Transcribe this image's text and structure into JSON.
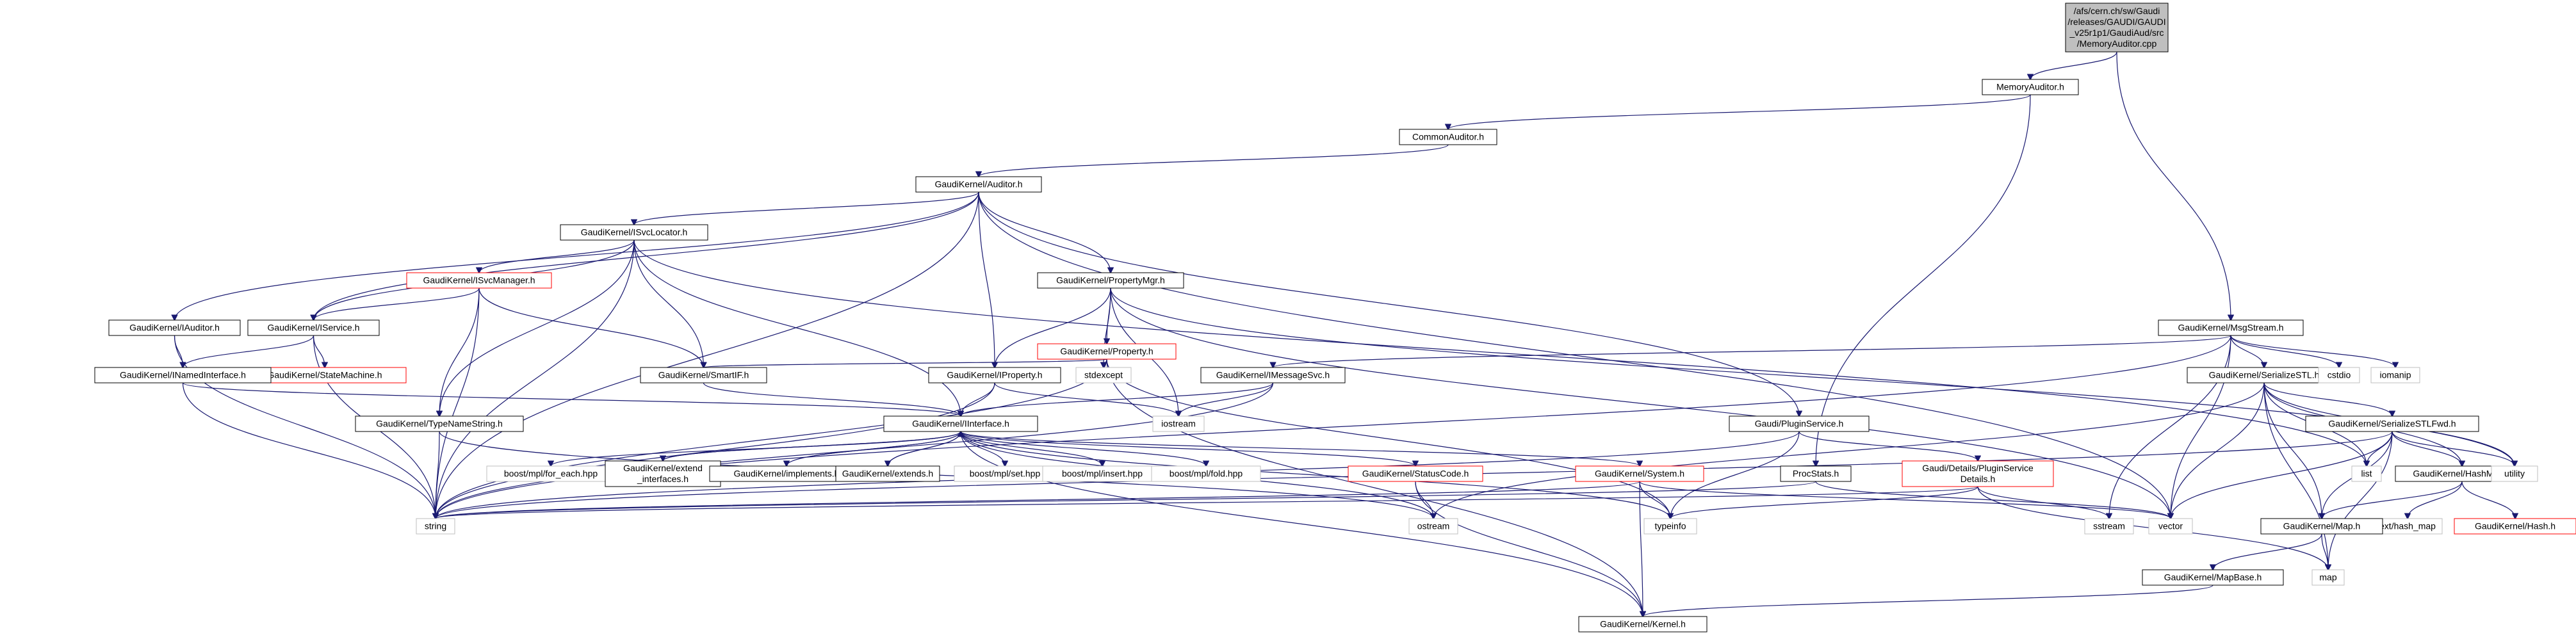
{
  "graph": {
    "nodes": [
      {
        "id": "root",
        "lines": [
          "/afs/cern.ch/sw/Gaudi",
          "/releases/GAUDI/GAUDI",
          "_v25r1p1/GaudiAud/src",
          "/MemoryAuditor.cpp"
        ],
        "kind": "root"
      },
      {
        "id": "memaud",
        "lines": [
          "MemoryAuditor.h"
        ],
        "kind": "doc"
      },
      {
        "id": "commonaud",
        "lines": [
          "CommonAuditor.h"
        ],
        "kind": "doc"
      },
      {
        "id": "auditor",
        "lines": [
          "GaudiKernel/Auditor.h"
        ],
        "kind": "doc"
      },
      {
        "id": "svclocator",
        "lines": [
          "GaudiKernel/ISvcLocator.h"
        ],
        "kind": "doc"
      },
      {
        "id": "isvcmgr",
        "lines": [
          "GaudiKernel/ISvcManager.h"
        ],
        "kind": "red"
      },
      {
        "id": "propmgr",
        "lines": [
          "GaudiKernel/PropertyMgr.h"
        ],
        "kind": "doc"
      },
      {
        "id": "msgstream",
        "lines": [
          "GaudiKernel/MsgStream.h"
        ],
        "kind": "doc"
      },
      {
        "id": "iauditor",
        "lines": [
          "GaudiKernel/IAuditor.h"
        ],
        "kind": "doc"
      },
      {
        "id": "iservice",
        "lines": [
          "GaudiKernel/IService.h"
        ],
        "kind": "doc"
      },
      {
        "id": "statemachine",
        "lines": [
          "GaudiKernel/StateMachine.h"
        ],
        "kind": "red"
      },
      {
        "id": "property",
        "lines": [
          "GaudiKernel/Property.h"
        ],
        "kind": "red"
      },
      {
        "id": "inamed",
        "lines": [
          "GaudiKernel/INamedInterface.h"
        ],
        "kind": "doc"
      },
      {
        "id": "smartif",
        "lines": [
          "GaudiKernel/SmartIF.h"
        ],
        "kind": "doc"
      },
      {
        "id": "iproperty",
        "lines": [
          "GaudiKernel/IProperty.h"
        ],
        "kind": "doc"
      },
      {
        "id": "stdexcept",
        "lines": [
          "stdexcept"
        ],
        "kind": "sys"
      },
      {
        "id": "imsgsvc",
        "lines": [
          "GaudiKernel/IMessageSvc.h"
        ],
        "kind": "doc"
      },
      {
        "id": "serstl",
        "lines": [
          "GaudiKernel/SerializeSTL.h"
        ],
        "kind": "doc"
      },
      {
        "id": "cstdio",
        "lines": [
          "cstdio"
        ],
        "kind": "sys"
      },
      {
        "id": "iomanip",
        "lines": [
          "iomanip"
        ],
        "kind": "sys"
      },
      {
        "id": "typename",
        "lines": [
          "GaudiKernel/TypeNameString.h"
        ],
        "kind": "doc"
      },
      {
        "id": "iinterface",
        "lines": [
          "GaudiKernel/IInterface.h"
        ],
        "kind": "doc"
      },
      {
        "id": "iostream",
        "lines": [
          "iostream"
        ],
        "kind": "sys"
      },
      {
        "id": "pluginsvc",
        "lines": [
          "Gaudi/PluginService.h"
        ],
        "kind": "doc"
      },
      {
        "id": "serstlfwd",
        "lines": [
          "GaudiKernel/SerializeSTLFwd.h"
        ],
        "kind": "doc"
      },
      {
        "id": "foreach",
        "lines": [
          "boost/mpl/for_each.hpp"
        ],
        "kind": "sys"
      },
      {
        "id": "extendif",
        "lines": [
          "GaudiKernel/extend",
          "_interfaces.h"
        ],
        "kind": "doc"
      },
      {
        "id": "implements",
        "lines": [
          "GaudiKernel/implements.h"
        ],
        "kind": "doc"
      },
      {
        "id": "extends",
        "lines": [
          "GaudiKernel/extends.h"
        ],
        "kind": "doc"
      },
      {
        "id": "mplset",
        "lines": [
          "boost/mpl/set.hpp"
        ],
        "kind": "sys"
      },
      {
        "id": "mplinsert",
        "lines": [
          "boost/mpl/insert.hpp"
        ],
        "kind": "sys"
      },
      {
        "id": "mplfold",
        "lines": [
          "boost/mpl/fold.hpp"
        ],
        "kind": "sys"
      },
      {
        "id": "statuscode",
        "lines": [
          "GaudiKernel/StatusCode.h"
        ],
        "kind": "red"
      },
      {
        "id": "system",
        "lines": [
          "GaudiKernel/System.h"
        ],
        "kind": "red"
      },
      {
        "id": "procstats",
        "lines": [
          "ProcStats.h"
        ],
        "kind": "doc"
      },
      {
        "id": "plugdetails",
        "lines": [
          "Gaudi/Details/PluginService",
          "Details.h"
        ],
        "kind": "red"
      },
      {
        "id": "hashmap",
        "lines": [
          "GaudiKernel/HashMap.h"
        ],
        "kind": "doc"
      },
      {
        "id": "list",
        "lines": [
          "list"
        ],
        "kind": "sys"
      },
      {
        "id": "utility",
        "lines": [
          "utility"
        ],
        "kind": "sys"
      },
      {
        "id": "string",
        "lines": [
          "string"
        ],
        "kind": "sys"
      },
      {
        "id": "ostream",
        "lines": [
          "ostream"
        ],
        "kind": "sys"
      },
      {
        "id": "typeinfo",
        "lines": [
          "typeinfo"
        ],
        "kind": "sys"
      },
      {
        "id": "sstream",
        "lines": [
          "sstream"
        ],
        "kind": "sys"
      },
      {
        "id": "vector",
        "lines": [
          "vector"
        ],
        "kind": "sys"
      },
      {
        "id": "extmap",
        "lines": [
          "ext/hash_map"
        ],
        "kind": "sys"
      },
      {
        "id": "hash",
        "lines": [
          "GaudiKernel/Hash.h"
        ],
        "kind": "red"
      },
      {
        "id": "map_h",
        "lines": [
          "GaudiKernel/Map.h"
        ],
        "kind": "doc"
      },
      {
        "id": "map",
        "lines": [
          "map"
        ],
        "kind": "sys"
      },
      {
        "id": "mapbase",
        "lines": [
          "GaudiKernel/MapBase.h"
        ],
        "kind": "doc"
      },
      {
        "id": "kernel",
        "lines": [
          "GaudiKernel/Kernel.h"
        ],
        "kind": "doc"
      }
    ],
    "edges": [
      [
        "root",
        "memaud"
      ],
      [
        "root",
        "msgstream"
      ],
      [
        "memaud",
        "commonaud"
      ],
      [
        "memaud",
        "procstats"
      ],
      [
        "commonaud",
        "auditor"
      ],
      [
        "auditor",
        "iauditor"
      ],
      [
        "auditor",
        "svclocator"
      ],
      [
        "auditor",
        "iservice"
      ],
      [
        "auditor",
        "propmgr"
      ],
      [
        "auditor",
        "iproperty"
      ],
      [
        "auditor",
        "pluginsvc"
      ],
      [
        "auditor",
        "string"
      ],
      [
        "auditor",
        "vector"
      ],
      [
        "svclocator",
        "isvcmgr"
      ],
      [
        "svclocator",
        "iservice"
      ],
      [
        "svclocator",
        "smartif"
      ],
      [
        "svclocator",
        "typename"
      ],
      [
        "svclocator",
        "iinterface"
      ],
      [
        "svclocator",
        "string"
      ],
      [
        "svclocator",
        "list"
      ],
      [
        "isvcmgr",
        "iservice"
      ],
      [
        "isvcmgr",
        "smartif"
      ],
      [
        "isvcmgr",
        "typename"
      ],
      [
        "isvcmgr",
        "string"
      ],
      [
        "iauditor",
        "inamed"
      ],
      [
        "iauditor",
        "string"
      ],
      [
        "iservice",
        "inamed"
      ],
      [
        "iservice",
        "statemachine"
      ],
      [
        "iservice",
        "string"
      ],
      [
        "inamed",
        "iinterface"
      ],
      [
        "inamed",
        "string"
      ],
      [
        "propmgr",
        "property"
      ],
      [
        "propmgr",
        "iproperty"
      ],
      [
        "propmgr",
        "stdexcept"
      ],
      [
        "propmgr",
        "iostream"
      ],
      [
        "propmgr",
        "vector"
      ],
      [
        "propmgr",
        "utility"
      ],
      [
        "property",
        "smartif"
      ],
      [
        "property",
        "stdexcept"
      ],
      [
        "property",
        "typeinfo"
      ],
      [
        "property",
        "string"
      ],
      [
        "property",
        "kernel"
      ],
      [
        "iproperty",
        "iinterface"
      ],
      [
        "iproperty",
        "iostream"
      ],
      [
        "iproperty",
        "string"
      ],
      [
        "smartif",
        "iinterface"
      ],
      [
        "typename",
        "string"
      ],
      [
        "typename",
        "ostream"
      ],
      [
        "msgstream",
        "imsgsvc"
      ],
      [
        "msgstream",
        "serstl"
      ],
      [
        "msgstream",
        "cstdio"
      ],
      [
        "msgstream",
        "iomanip"
      ],
      [
        "msgstream",
        "string"
      ],
      [
        "msgstream",
        "sstream"
      ],
      [
        "msgstream",
        "vector"
      ],
      [
        "imsgsvc",
        "iinterface"
      ],
      [
        "imsgsvc",
        "iostream"
      ],
      [
        "imsgsvc",
        "string"
      ],
      [
        "serstl",
        "serstlfwd"
      ],
      [
        "serstl",
        "ostream"
      ],
      [
        "serstl",
        "vector"
      ],
      [
        "serstl",
        "list"
      ],
      [
        "serstl",
        "map_h"
      ],
      [
        "serstl",
        "hashmap"
      ],
      [
        "serstl",
        "utility"
      ],
      [
        "serstl",
        "map"
      ],
      [
        "serstlfwd",
        "string"
      ],
      [
        "serstlfwd",
        "vector"
      ],
      [
        "serstlfwd",
        "list"
      ],
      [
        "serstlfwd",
        "map_h"
      ],
      [
        "serstlfwd",
        "hashmap"
      ],
      [
        "serstlfwd",
        "utility"
      ],
      [
        "serstlfwd",
        "map"
      ],
      [
        "iinterface",
        "foreach"
      ],
      [
        "iinterface",
        "extendif"
      ],
      [
        "iinterface",
        "implements"
      ],
      [
        "iinterface",
        "extends"
      ],
      [
        "iinterface",
        "mplset"
      ],
      [
        "iinterface",
        "mplinsert"
      ],
      [
        "iinterface",
        "mplfold"
      ],
      [
        "iinterface",
        "statuscode"
      ],
      [
        "iinterface",
        "system"
      ],
      [
        "iinterface",
        "kernel"
      ],
      [
        "iinterface",
        "ostream"
      ],
      [
        "iinterface",
        "typeinfo"
      ],
      [
        "extendif",
        "iinterface"
      ],
      [
        "implements",
        "iinterface"
      ],
      [
        "extends",
        "iinterface"
      ],
      [
        "statuscode",
        "ostream"
      ],
      [
        "statuscode",
        "kernel"
      ],
      [
        "system",
        "kernel"
      ],
      [
        "system",
        "string"
      ],
      [
        "system",
        "vector"
      ],
      [
        "system",
        "typeinfo"
      ],
      [
        "pluginsvc",
        "plugdetails"
      ],
      [
        "pluginsvc",
        "typeinfo"
      ],
      [
        "pluginsvc",
        "string"
      ],
      [
        "plugdetails",
        "string"
      ],
      [
        "plugdetails",
        "map"
      ],
      [
        "plugdetails",
        "sstream"
      ],
      [
        "plugdetails",
        "typeinfo"
      ],
      [
        "procstats",
        "string"
      ],
      [
        "procstats",
        "vector"
      ],
      [
        "hashmap",
        "map_h"
      ],
      [
        "hashmap",
        "extmap"
      ],
      [
        "hashmap",
        "hash"
      ],
      [
        "map_h",
        "map"
      ],
      [
        "map_h",
        "mapbase"
      ],
      [
        "mapbase",
        "kernel"
      ]
    ]
  }
}
